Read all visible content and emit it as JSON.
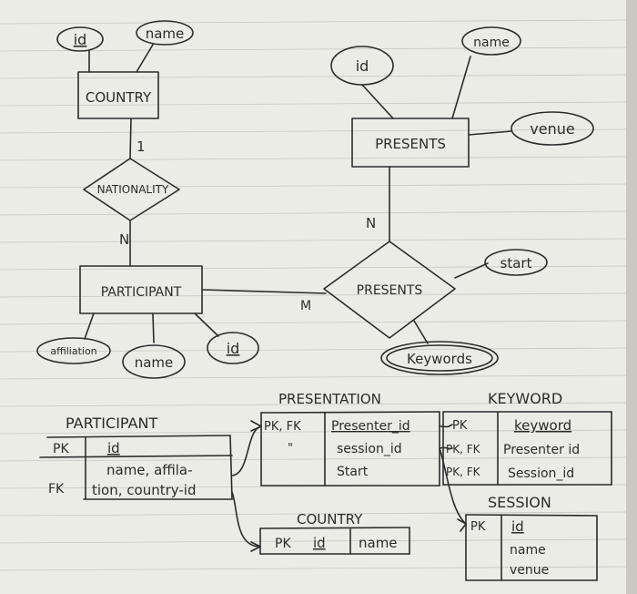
{
  "er_diagram": {
    "entities": {
      "country": "COUNTRY",
      "participant": "PARTICIPANT",
      "presents_entity": "PRESENTS"
    },
    "relationships": {
      "nationality": "NATIONALITY",
      "presents": "PRESENTS"
    },
    "attributes": {
      "country_id": "id",
      "country_name": "name",
      "presents_id": "id",
      "presents_name": "name",
      "presents_venue": "venue",
      "participant_affiliation": "affiliation",
      "participant_name": "name",
      "participant_id": "id",
      "rel_start": "start",
      "rel_keywords": "Keywords"
    },
    "cardinalities": {
      "country_side": "1",
      "participant_side": "N",
      "participant_presents": "M",
      "presents_side": "N"
    }
  },
  "schema_tables": {
    "participant": {
      "title": "PARTICIPANT",
      "key_pk": "PK",
      "key_fk": "FK",
      "col_id": "id",
      "col_rest_1": "name, affila-",
      "col_rest_2": "tion, country-id"
    },
    "presentation": {
      "title": "PRESENTATION",
      "key_1": "PK, FK",
      "key_2": "\"",
      "col_1": "Presenter_id",
      "col_2": "session_id",
      "col_3": "Start"
    },
    "keyword": {
      "title": "KEYWORD",
      "key_1": "PK",
      "key_2": "PK, FK",
      "key_3": "PK, FK",
      "col_1": "keyword",
      "col_2": "Presenter id",
      "col_3": "Session_id"
    },
    "country": {
      "title": "COUNTRY",
      "key": "PK",
      "col_1": "id",
      "col_2": "name"
    },
    "session": {
      "title": "SESSION",
      "key": "PK",
      "col_1": "id",
      "col_2": "name",
      "col_3": "venue"
    }
  }
}
